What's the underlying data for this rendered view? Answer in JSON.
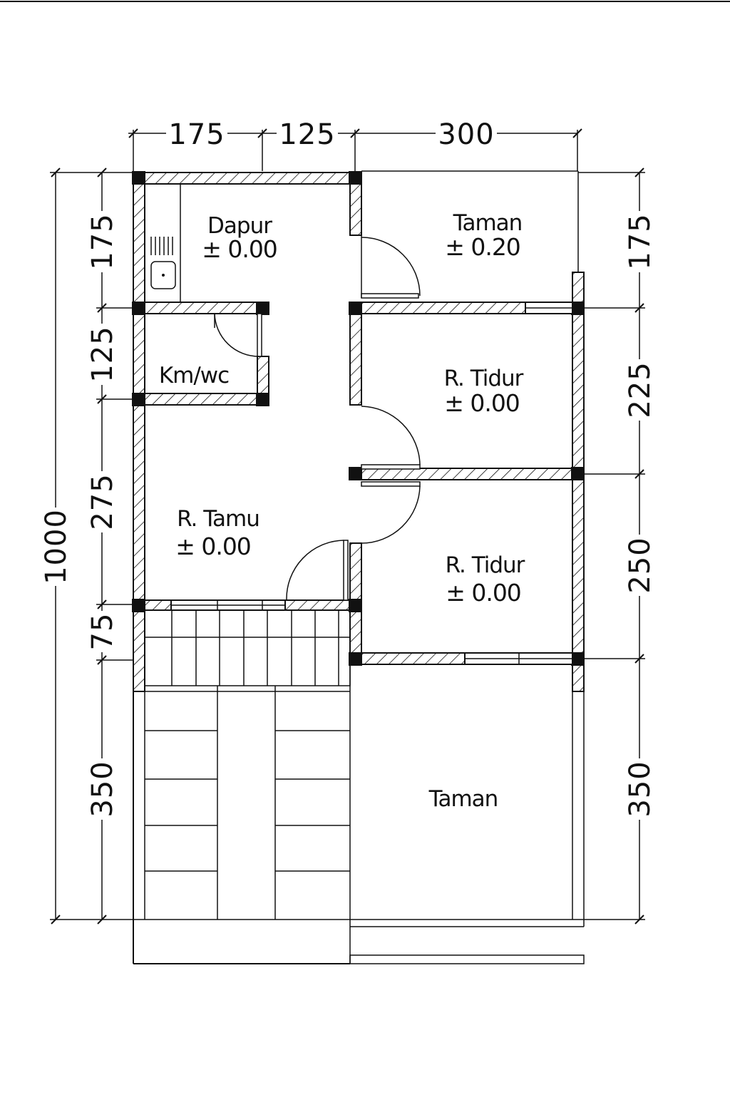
{
  "rooms": {
    "dapur": {
      "name": "Dapur",
      "level": "± 0.00"
    },
    "taman_top": {
      "name": "Taman",
      "level": "± 0.20"
    },
    "kmwc": {
      "name": "Km/wc"
    },
    "tidur1": {
      "name": "R. Tidur",
      "level": "± 0.00"
    },
    "tamu": {
      "name": "R. Tamu",
      "level": "± 0.00"
    },
    "tidur2": {
      "name": "R. Tidur",
      "level": "± 0.00"
    },
    "taman_bottom": {
      "name": "Taman"
    }
  },
  "dimensions": {
    "top": [
      "175",
      "125",
      "300"
    ],
    "left_total": "1000",
    "left": [
      "175",
      "125",
      "275",
      "75",
      "350"
    ],
    "right": [
      "175",
      "225",
      "250",
      "350"
    ]
  }
}
